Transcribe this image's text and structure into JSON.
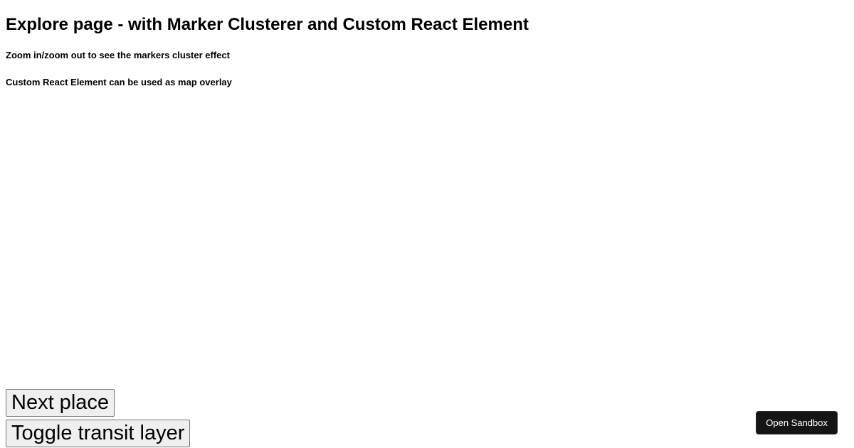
{
  "header": {
    "title": "Explore page - with Marker Clusterer and Custom React Element",
    "subtitle_1": "Zoom in/zoom out to see the markers cluster effect",
    "subtitle_2": "Custom React Element can be used as map overlay"
  },
  "controls": {
    "next_place_label": "Next place",
    "toggle_transit_label": "Toggle transit layer"
  },
  "sandbox": {
    "open_label": "Open Sandbox",
    "background_color": "#151515",
    "text_color": "#ffffff"
  }
}
